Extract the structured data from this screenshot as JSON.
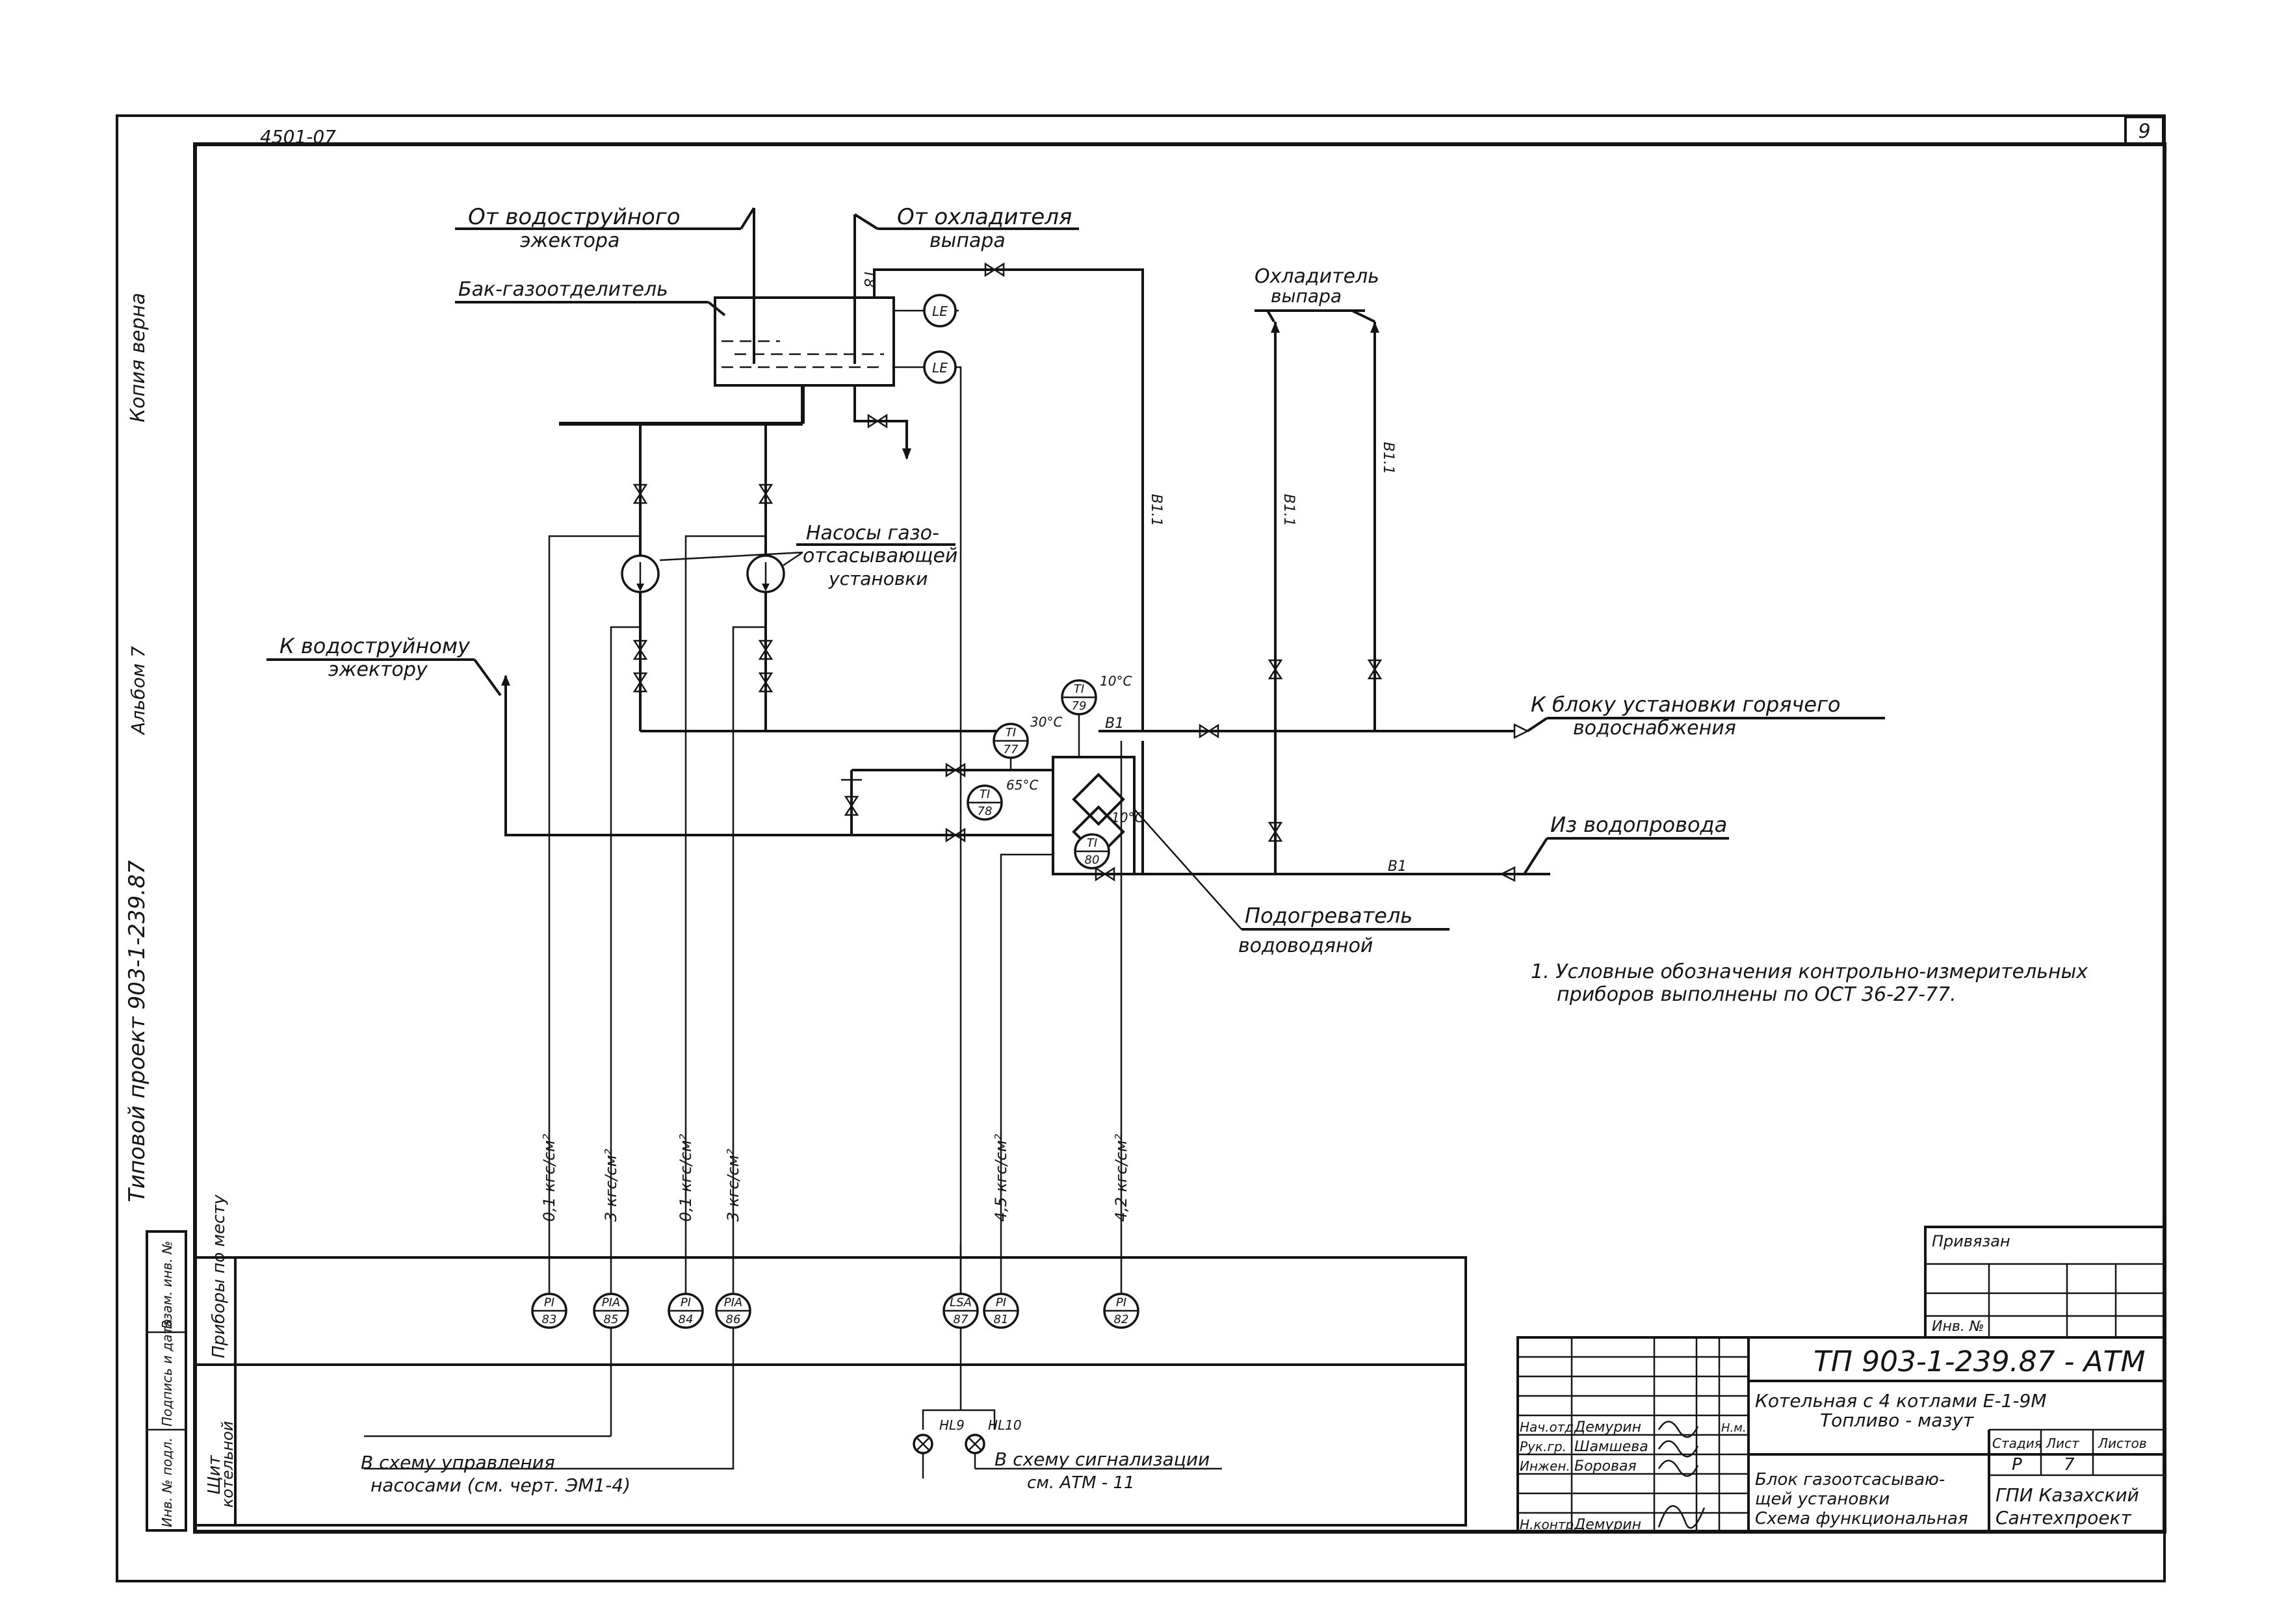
{
  "sheet": {
    "page_number": "9",
    "album_code": "4501-07"
  },
  "margin": {
    "copy_note": "Копия верна",
    "project_note": "Типовой проект 903-1-239.87",
    "album_note": "Альбом 7"
  },
  "labels": {
    "from_ejector_1": "От водоструйного",
    "from_ejector_2": "эжектора",
    "from_cooler_1": "От охладителя",
    "from_cooler_2": "выпара",
    "tank": "Бак-газоотделитель",
    "cooler_1": "Охладитель",
    "cooler_2": "выпара",
    "pumps_1": "Насосы газо-",
    "pumps_2": "отсасывающей",
    "pumps_3": "установки",
    "to_ejector_1": "К водоструйному",
    "to_ejector_2": "эжектору",
    "to_hot_1": "К блоку установки горячего",
    "to_hot_2": "водоснабжения",
    "from_water": "Из водопровода",
    "heater_1": "Подогреватель",
    "heater_2": "водоводяной",
    "to_pump_ctrl_1": "В схему управления",
    "to_pump_ctrl_2": "насосами (см. черт. ЭМ1-4)",
    "to_alarm_1": "В схему сигнализации",
    "to_alarm_2": "см. АТМ - 11"
  },
  "lines": {
    "b11": "В1.1",
    "b1": "В1",
    "t8": "Т8"
  },
  "temps": {
    "t10_top": "10°С",
    "t30": "30°С",
    "t65": "65°С",
    "t10_low": "10°С"
  },
  "pressures": {
    "p1": "0,1 кгс/см²",
    "p2": "3 кгс/см²",
    "p3": "0,1 кгс/см²",
    "p4": "3 кгс/см²",
    "p5": "4,5 кгс/см²",
    "p6": "4,2 кгс/см²"
  },
  "note": {
    "line1": "1. Условные обозначения контрольно-измерительных",
    "line2": "приборов выполнены по ОСТ 36-27-77."
  },
  "panels": {
    "local": "Приборы по месту",
    "board_1": "Щит",
    "board_2": "котельной"
  },
  "instruments_field": [
    {
      "code": "LE",
      "num": ""
    },
    {
      "code": "LE",
      "num": ""
    },
    {
      "code": "TI",
      "num": "79"
    },
    {
      "code": "TI",
      "num": "77"
    },
    {
      "code": "TI",
      "num": "78"
    },
    {
      "code": "TI",
      "num": "80"
    }
  ],
  "instruments_panel": [
    {
      "code": "PI",
      "num": "83"
    },
    {
      "code": "PIA",
      "num": "85"
    },
    {
      "code": "PI",
      "num": "84"
    },
    {
      "code": "PIA",
      "num": "86"
    },
    {
      "code": "LSA",
      "num": "87"
    },
    {
      "code": "PI",
      "num": "81"
    },
    {
      "code": "PI",
      "num": "82"
    }
  ],
  "lamps": {
    "hl9": "HL9",
    "hl10": "HL10"
  },
  "side_stamp": {
    "cell1": "Инв. № подл.",
    "cell2": "Подпись и дата",
    "cell3": "Взам. инв. №"
  },
  "title_block": {
    "privyazan": "Привязан",
    "inv_no": "Инв. №",
    "code": "ТП 903-1-239.87 - АТМ",
    "object_1": "Котельная с 4 котлами Е-1-9М",
    "object_2": "Топливо - мазут",
    "stage_h": "Стадия",
    "sheet_h": "Лист",
    "sheets_h": "Листов",
    "stage": "Р",
    "sheet": "7",
    "sheets": "",
    "title_1": "Блок газоотсасываю-",
    "title_2": "щей установки",
    "title_3": "Схема функциональная",
    "org_1": "ГПИ Казахский",
    "org_2": "Сантехпроект",
    "staff": [
      {
        "role": "Нач.отд.",
        "name": "Демурин"
      },
      {
        "role": "Рук.гр.",
        "name": "Шамшева"
      },
      {
        "role": "Инжен.",
        "name": "Боровая"
      },
      {
        "role": "Н.контр.",
        "name": "Демурин"
      }
    ],
    "col_lit": "Н.м."
  }
}
